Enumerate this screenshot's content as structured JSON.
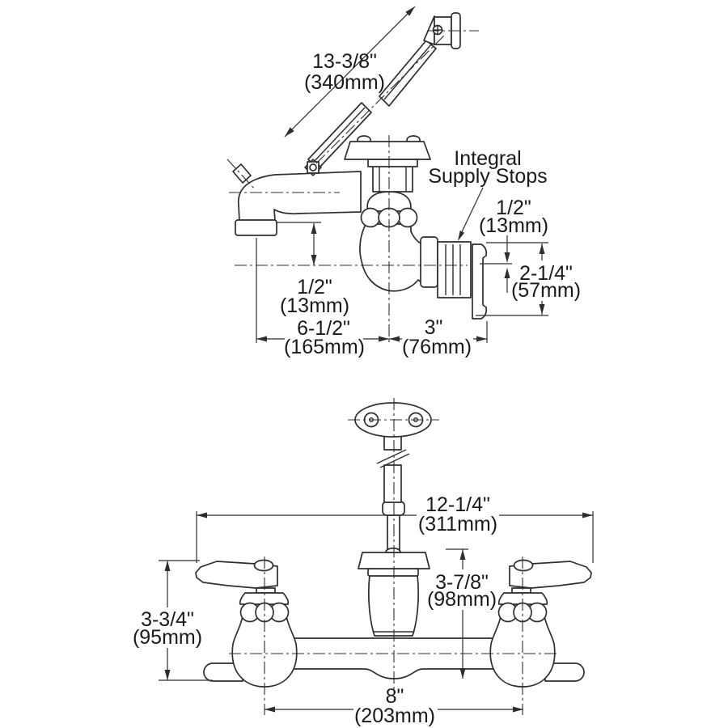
{
  "drawing": {
    "description": "Wall-mount two-handle service faucet dimension drawing, side view with spray hose (top) and front view (bottom)",
    "colors": {
      "line": "#2e2e2e",
      "text": "#1a1a1a",
      "background": "#ffffff"
    },
    "callout": {
      "line1": "Integral",
      "line2": "Supply Stops"
    },
    "dims": {
      "hose": {
        "in": "13-3/8\"",
        "mm": "(340mm)"
      },
      "stop_top": {
        "in": "1/2\"",
        "mm": "(13mm)"
      },
      "escutcheon": {
        "in": "2-1/4\"",
        "mm": "(57mm)"
      },
      "spout_drop": {
        "in": "1/2\"",
        "mm": "(13mm)"
      },
      "reach": {
        "in": "6-1/2\"",
        "mm": "(165mm)"
      },
      "to_wall": {
        "in": "3\"",
        "mm": "(76mm)"
      },
      "width": {
        "in": "12-1/4\"",
        "mm": "(311mm)"
      },
      "spout_h": {
        "in": "3-7/8\"",
        "mm": "(98mm)"
      },
      "body_h": {
        "in": "3-3/4\"",
        "mm": "(95mm)"
      },
      "centers": {
        "in": "8\"",
        "mm": "(203mm)"
      }
    }
  }
}
